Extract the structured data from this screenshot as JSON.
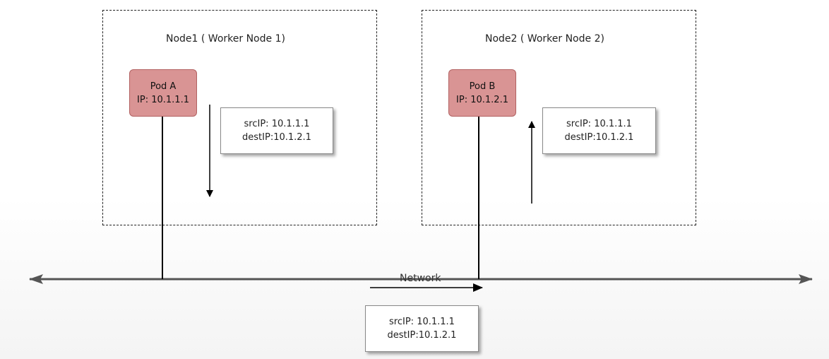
{
  "nodes": [
    {
      "title": "Node1 ( Worker Node 1)"
    },
    {
      "title": "Node2 ( Worker Node 2)"
    }
  ],
  "pods": [
    {
      "name": "Pod A",
      "ip": "IP: 10.1.1.1",
      "color": "#d99494"
    },
    {
      "name": "Pod B",
      "ip": "IP: 10.1.2.1",
      "color": "#d99494"
    }
  ],
  "packets": [
    {
      "src": "srcIP: 10.1.1.1",
      "dest": "destIP:10.1.2.1"
    },
    {
      "src": "srcIP: 10.1.1.1",
      "dest": "destIP:10.1.2.1"
    },
    {
      "src": "srcIP: 10.1.1.1",
      "dest": "destIP:10.1.2.1"
    }
  ],
  "network": {
    "label": "Network"
  }
}
